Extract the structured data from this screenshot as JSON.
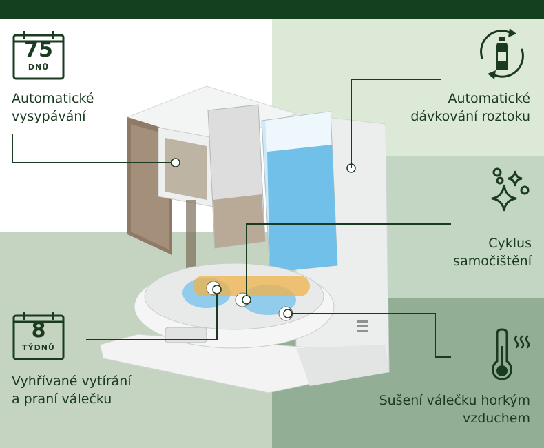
{
  "features": {
    "auto_empty": {
      "calendar_number": "75",
      "calendar_unit": "DNŮ",
      "line1": "Automatické",
      "line2": "vysypávání",
      "icon": "calendar-icon"
    },
    "auto_dosing": {
      "line1": "Automatické",
      "line2": "dávkování roztoku",
      "icon": "bottle-recycle-icon"
    },
    "self_clean": {
      "line1": "Cyklus",
      "line2": "samočištění",
      "icon": "sparkle-icon"
    },
    "heated_mop": {
      "calendar_number": "8",
      "calendar_unit": "TÝDNŮ",
      "line1": "Vyhřívané vytírání",
      "line2": "a praní válečku",
      "icon": "calendar-icon"
    },
    "hot_air_dry": {
      "line1": "Sušení válečku horkým",
      "line2": "vzduchem",
      "icon": "thermometer-icon"
    }
  },
  "colors": {
    "top_bar": "#15401f",
    "text": "#1a3b20",
    "panel_light": "#dbe9d6",
    "panel_mid": "#c3d6c3",
    "panel_dark": "#92ae95",
    "water": "#5fb8e6"
  }
}
